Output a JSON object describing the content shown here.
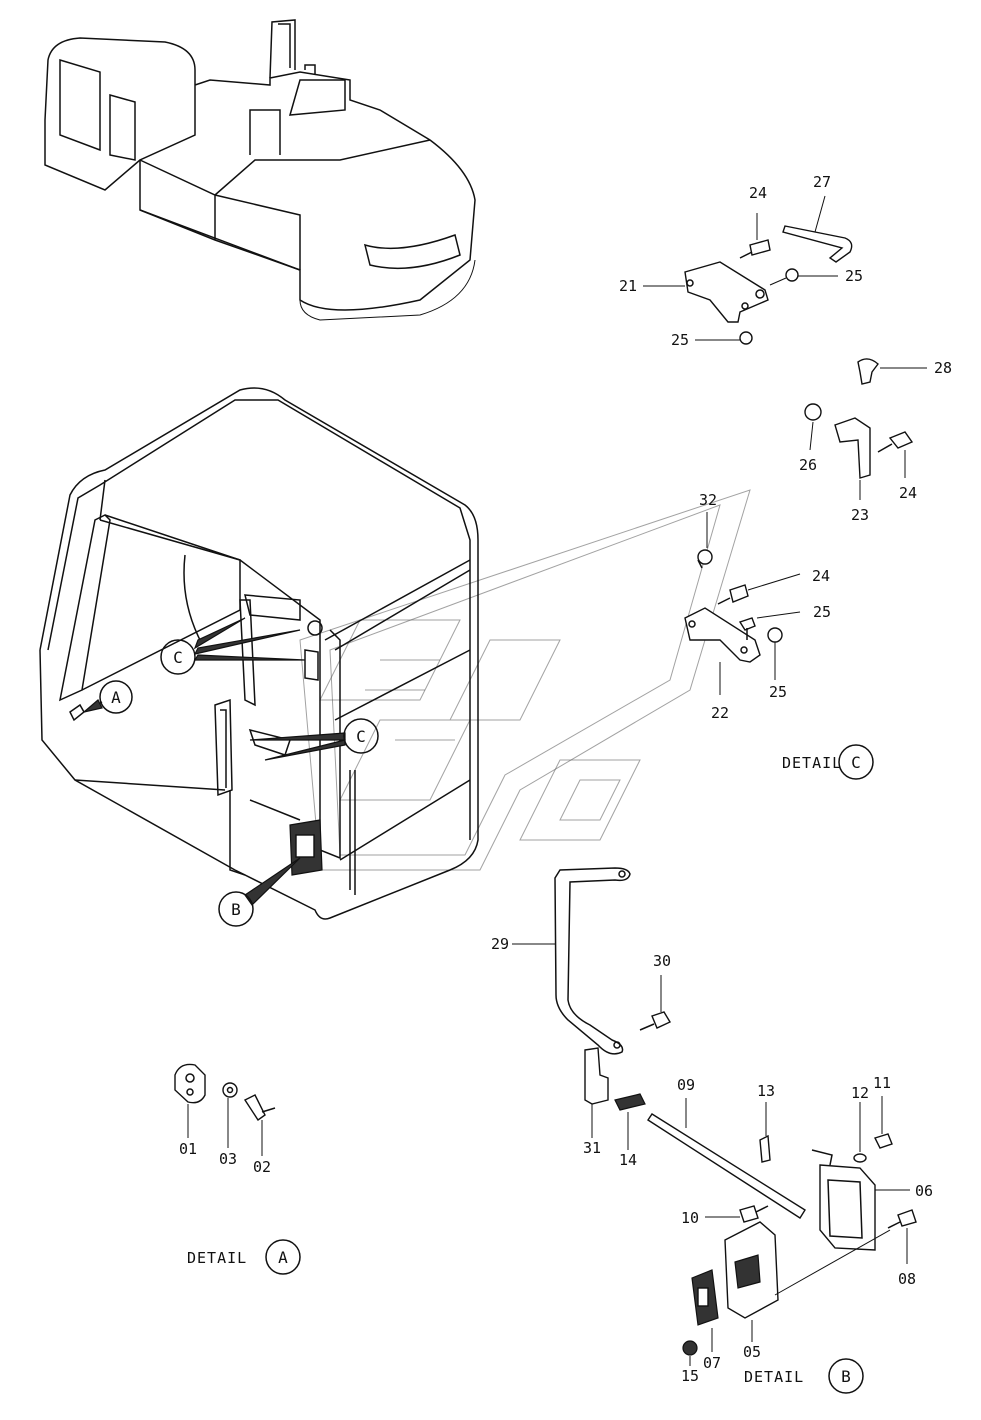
{
  "labels": {
    "p01": "01",
    "p02": "02",
    "p03": "03",
    "p05": "05",
    "p06": "06",
    "p07": "07",
    "p08": "08",
    "p09": "09",
    "p10": "10",
    "p11": "11",
    "p12": "12",
    "p13": "13",
    "p14": "14",
    "p15": "15",
    "p21": "21",
    "p22": "22",
    "p23": "23",
    "p24a": "24",
    "p24b": "24",
    "p24c": "24",
    "p25a": "25",
    "p25b": "25",
    "p25c": "25",
    "p25d": "25",
    "p26": "26",
    "p27": "27",
    "p28": "28",
    "p29": "29",
    "p30": "30",
    "p31": "31",
    "p32": "32"
  },
  "callouts": {
    "a_main": "A",
    "b_main": "B",
    "c_main1": "C",
    "c_main2": "C",
    "a_detail": "A",
    "b_detail": "B",
    "c_detail": "C"
  },
  "details": {
    "detail_a": "DETAIL",
    "detail_b": "DETAIL",
    "detail_c": "DETAIL"
  }
}
